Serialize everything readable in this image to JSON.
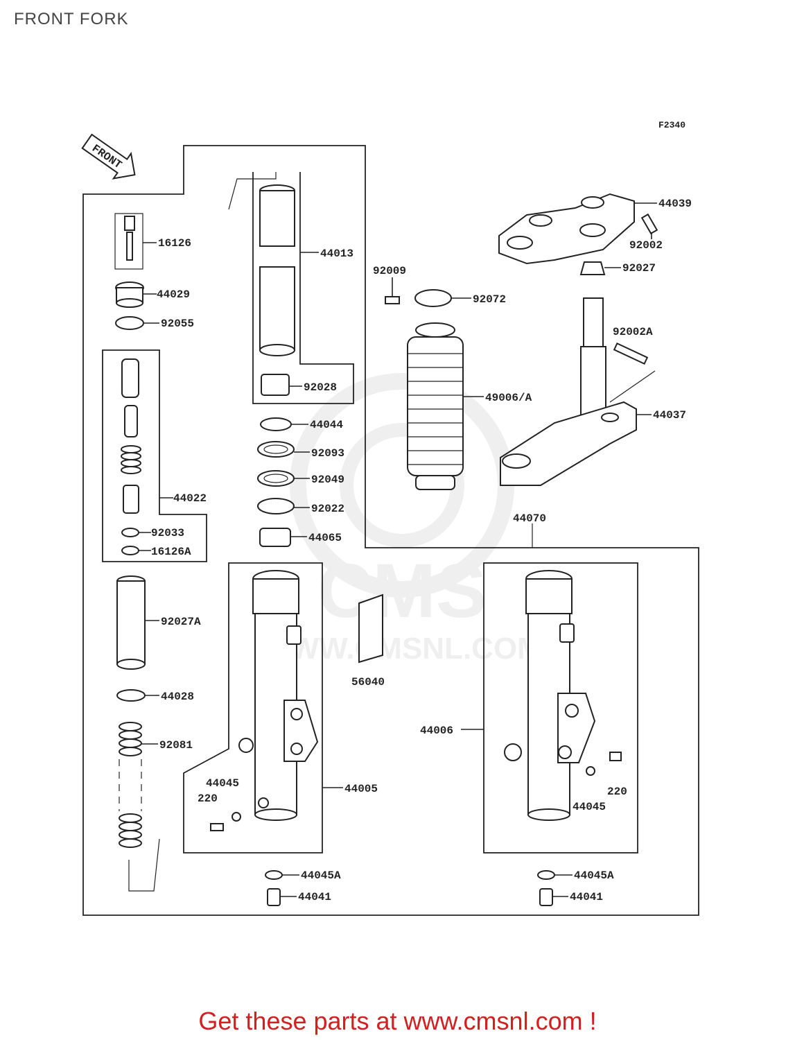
{
  "page": {
    "title": "FRONT FORK"
  },
  "figure": {
    "id": "F2340",
    "direction_label": "FRONT",
    "direction_icon": "front-arrow-icon"
  },
  "watermark": {
    "brand": "CMS",
    "url": "WWW.CMSNL.COM"
  },
  "parts": {
    "p16126": "16126",
    "p44029": "44029",
    "p92055": "92055",
    "p44022": "44022",
    "p92033": "92033",
    "p16126A": "16126A",
    "p92027A": "92027A",
    "p44028": "44028",
    "p92081": "92081",
    "p44013": "44013",
    "p92028": "92028",
    "p44044": "44044",
    "p92093": "92093",
    "p92049": "92049",
    "p92022": "92022",
    "p44065": "44065",
    "p92009": "92009",
    "p92072": "92072",
    "p49006A": "49006/A",
    "p44039": "44039",
    "p92002": "92002",
    "p92027": "92027",
    "p92002A": "92002A",
    "p44037": "44037",
    "p44070": "44070",
    "p56040": "56040",
    "p44005": "44005",
    "p44045_left": "44045",
    "p220_left": "220",
    "p44006": "44006",
    "p44045_right": "44045",
    "p220_right": "220",
    "p44045A_left": "44045A",
    "p44041_left": "44041",
    "p44045A_right": "44045A",
    "p44041_right": "44041"
  },
  "footer": {
    "cta": "Get these parts at www.cmsnl.com !"
  },
  "colors": {
    "cta": "#d21f1f",
    "line": "#222222",
    "watermark": "#888888"
  }
}
